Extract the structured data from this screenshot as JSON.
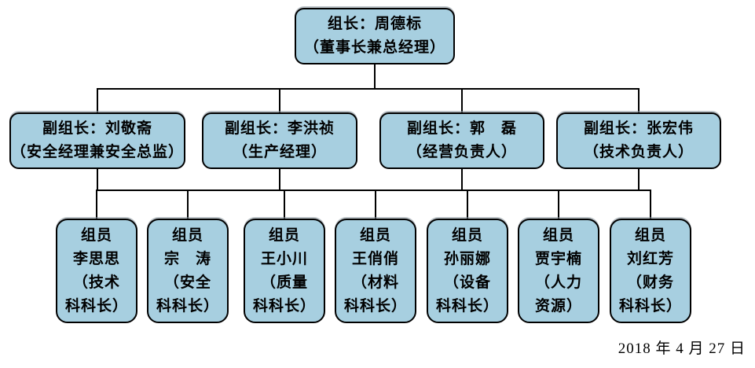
{
  "org_chart": {
    "leader": {
      "title_line": "组长：周德标",
      "role_line": "（董事长兼总经理）"
    },
    "deputies": [
      {
        "title_line": "副组长：刘敬斋",
        "role_line": "（安全经理兼安全总监）"
      },
      {
        "title_line": "副组长：李洪祯",
        "role_line": "（生产经理）"
      },
      {
        "title_line": "副组长：郭　磊",
        "role_line": "（经营负责人）"
      },
      {
        "title_line": "副组长：张宏伟",
        "role_line": "（技术负责人）"
      }
    ],
    "members": [
      {
        "role": "组员",
        "name": "李思思",
        "dept_line1": "（技术",
        "dept_line2": "科科长）"
      },
      {
        "role": "组员",
        "name": "宗　涛",
        "dept_line1": "（安全",
        "dept_line2": "科科长）"
      },
      {
        "role": "组员",
        "name": "王小川",
        "dept_line1": "（质量",
        "dept_line2": "科科长）"
      },
      {
        "role": "组员",
        "name": "王俏俏",
        "dept_line1": "（材料",
        "dept_line2": "科科长）"
      },
      {
        "role": "组员",
        "name": "孙丽娜",
        "dept_line1": "（设备",
        "dept_line2": "科科长）"
      },
      {
        "role": "组员",
        "name": "贾宇楠",
        "dept_line1": "（人力",
        "dept_line2": "资源）"
      },
      {
        "role": "组员",
        "name": "刘红芳",
        "dept_line1": "（财务",
        "dept_line2": "科科长）"
      }
    ],
    "date_label": "2018 年 4 月 27 日",
    "colors": {
      "box_fill": "#A7CFE0",
      "box_border": "#000000",
      "connector": "#000000",
      "text": "#000000",
      "background": "#FFFFFF"
    }
  }
}
